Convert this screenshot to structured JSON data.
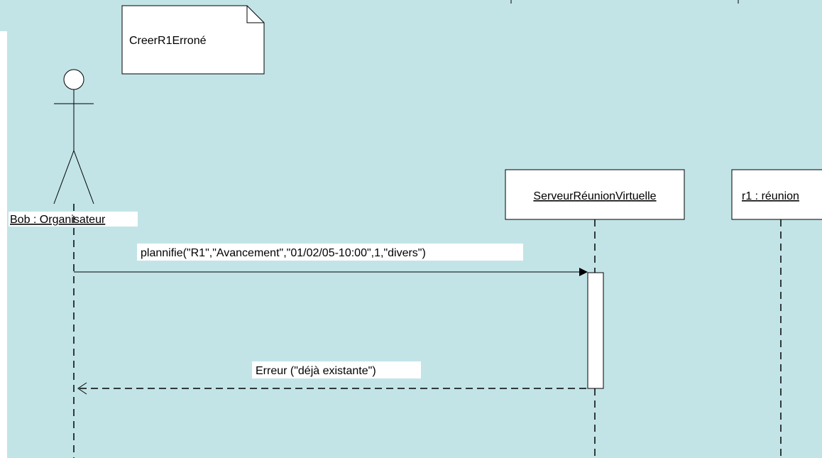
{
  "diagram": {
    "note": {
      "text": "CreerR1Erroné"
    },
    "actor": {
      "label": "Bob : Organisateur"
    },
    "lifelines": [
      {
        "label": "ServeurRéunionVirtuelle"
      },
      {
        "label": "r1 : réunion"
      }
    ],
    "messages": [
      {
        "label": "plannifie(\"R1\",\"Avancement\",\"01/02/05-10:00\",1,\"divers\")",
        "type": "synchronous call"
      },
      {
        "label": "Erreur (\"déjà existante\")",
        "type": "return"
      }
    ]
  },
  "colors": {
    "canvas": "#c2e4e7",
    "frame": "#ffffff",
    "line": "#000000",
    "box": "#ffffff"
  }
}
